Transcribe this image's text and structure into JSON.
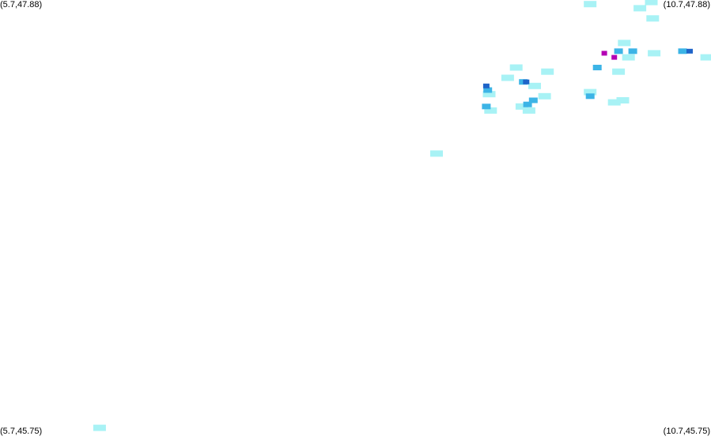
{
  "map": {
    "corners": {
      "top_left": "(5.7,47.88)",
      "top_right": "(10.7,47.88)",
      "bottom_left": "(5.7,45.75)",
      "bottom_right": "(10.7,45.75)"
    },
    "extent": {
      "lon_min": 5.7,
      "lon_max": 10.7,
      "lat_min": 45.75,
      "lat_max": 47.88
    },
    "intensity_colors": {
      "light": "#a8f2f5",
      "medium": "#3cb4e6",
      "strong": "#1e64c8",
      "heavy": "#b400b4"
    },
    "echoes": [
      {
        "lon": 9.85,
        "lat": 47.86,
        "level": "light"
      },
      {
        "lon": 10.2,
        "lat": 47.84,
        "level": "light"
      },
      {
        "lon": 10.28,
        "lat": 47.87,
        "level": "light"
      },
      {
        "lon": 10.29,
        "lat": 47.79,
        "level": "light"
      },
      {
        "lon": 10.09,
        "lat": 47.67,
        "level": "light"
      },
      {
        "lon": 10.05,
        "lat": 47.63,
        "level": "medium"
      },
      {
        "lon": 9.95,
        "lat": 47.62,
        "level": "heavy"
      },
      {
        "lon": 10.02,
        "lat": 47.6,
        "level": "heavy"
      },
      {
        "lon": 10.15,
        "lat": 47.63,
        "level": "medium"
      },
      {
        "lon": 10.12,
        "lat": 47.6,
        "level": "light"
      },
      {
        "lon": 10.3,
        "lat": 47.62,
        "level": "light"
      },
      {
        "lon": 10.5,
        "lat": 47.63,
        "level": "medium"
      },
      {
        "lon": 10.55,
        "lat": 47.63,
        "level": "strong"
      },
      {
        "lon": 10.67,
        "lat": 47.6,
        "level": "light"
      },
      {
        "lon": 9.9,
        "lat": 47.55,
        "level": "medium"
      },
      {
        "lon": 10.05,
        "lat": 47.53,
        "level": "light"
      },
      {
        "lon": 9.33,
        "lat": 47.55,
        "level": "light"
      },
      {
        "lon": 9.55,
        "lat": 47.53,
        "level": "light"
      },
      {
        "lon": 9.27,
        "lat": 47.5,
        "level": "light"
      },
      {
        "lon": 9.38,
        "lat": 47.48,
        "level": "medium"
      },
      {
        "lon": 9.4,
        "lat": 47.48,
        "level": "strong"
      },
      {
        "lon": 9.46,
        "lat": 47.46,
        "level": "light"
      },
      {
        "lon": 9.12,
        "lat": 47.46,
        "level": "strong"
      },
      {
        "lon": 9.13,
        "lat": 47.44,
        "level": "medium"
      },
      {
        "lon": 9.14,
        "lat": 47.42,
        "level": "light"
      },
      {
        "lon": 9.85,
        "lat": 47.43,
        "level": "light"
      },
      {
        "lon": 9.85,
        "lat": 47.41,
        "level": "medium"
      },
      {
        "lon": 9.53,
        "lat": 47.41,
        "level": "light"
      },
      {
        "lon": 9.45,
        "lat": 47.39,
        "level": "medium"
      },
      {
        "lon": 9.41,
        "lat": 47.37,
        "level": "medium"
      },
      {
        "lon": 9.37,
        "lat": 47.36,
        "level": "light"
      },
      {
        "lon": 9.42,
        "lat": 47.34,
        "level": "light"
      },
      {
        "lon": 9.12,
        "lat": 47.36,
        "level": "medium"
      },
      {
        "lon": 9.15,
        "lat": 47.34,
        "level": "light"
      },
      {
        "lon": 10.02,
        "lat": 47.38,
        "level": "light"
      },
      {
        "lon": 10.08,
        "lat": 47.39,
        "level": "light"
      },
      {
        "lon": 8.77,
        "lat": 47.13,
        "level": "light"
      },
      {
        "lon": 6.4,
        "lat": 45.79,
        "level": "light"
      }
    ]
  }
}
